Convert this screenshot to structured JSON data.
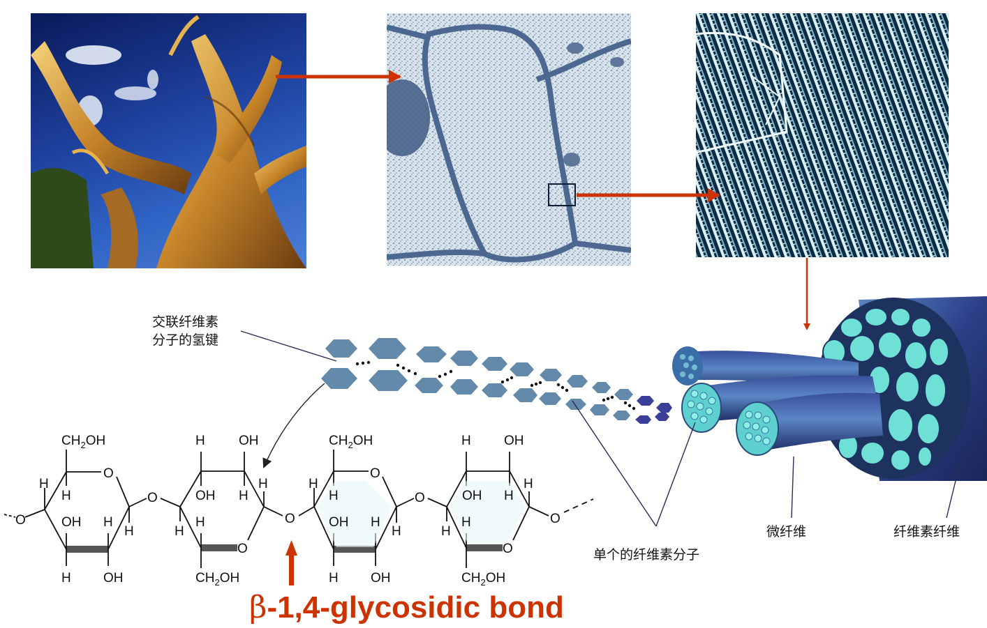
{
  "panels": {
    "tree_photo": {
      "subject": "gnarled bristlecone pine tree against blue sky"
    },
    "cell_micrograph": {
      "subject": "electron micrograph of plant cells with cell walls"
    },
    "fibril_micrograph": {
      "subject": "micrograph of parallel cellulose microfibrils in cell wall"
    }
  },
  "labels": {
    "hydrogen_bonds_line1": "交联纤维素",
    "hydrogen_bonds_line2": "分子的氢键",
    "single_molecule": "单个的纤维素分子",
    "microfibril": "微纤维",
    "cellulose_fiber": "纤维素纤维"
  },
  "bond_label": {
    "beta": "β",
    "text": "-1,4-glycosidic bond"
  },
  "chemistry": {
    "ch2oh": "CH",
    "ch2oh_sub": "2",
    "ch2oh_tail": "OH",
    "oh": "OH",
    "h": "H",
    "o": "O"
  },
  "colors": {
    "arrow_red": "#cc3300",
    "text_red": "#cc3300",
    "fiber_dark": "#2a3f7a",
    "fiber_light": "#6fe0d6",
    "chain_hex": "#5b84a6"
  }
}
